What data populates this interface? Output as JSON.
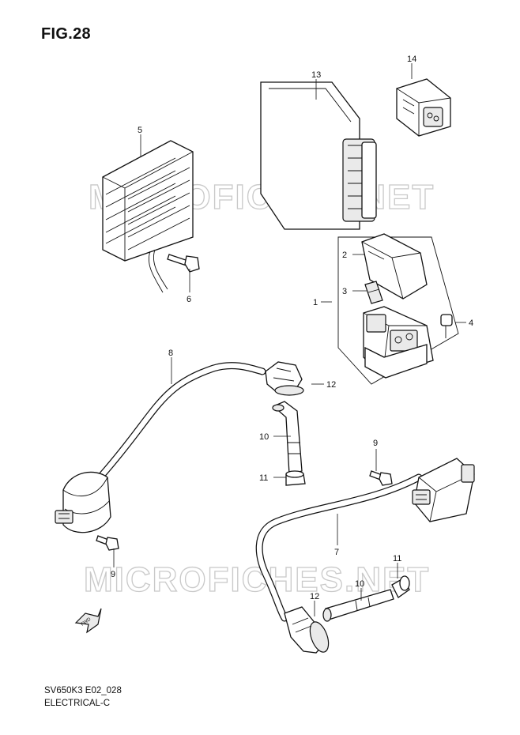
{
  "figure": {
    "title": "FIG.28",
    "model_code": "SV650K3 E02_028",
    "group_name": "ELECTRICAL-C"
  },
  "watermark": {
    "text": "MICROFICHES.NET"
  },
  "callouts": {
    "c1": "1",
    "c2": "2",
    "c3": "3",
    "c4": "4",
    "c5": "5",
    "c6": "6",
    "c7": "7",
    "c8": "8",
    "c9a": "9",
    "c9b": "9",
    "c10a": "10",
    "c10b": "10",
    "c11a": "11",
    "c11b": "11",
    "c12a": "12",
    "c12b": "12",
    "c13": "13",
    "c14": "14"
  },
  "fwd_label": "FWD"
}
